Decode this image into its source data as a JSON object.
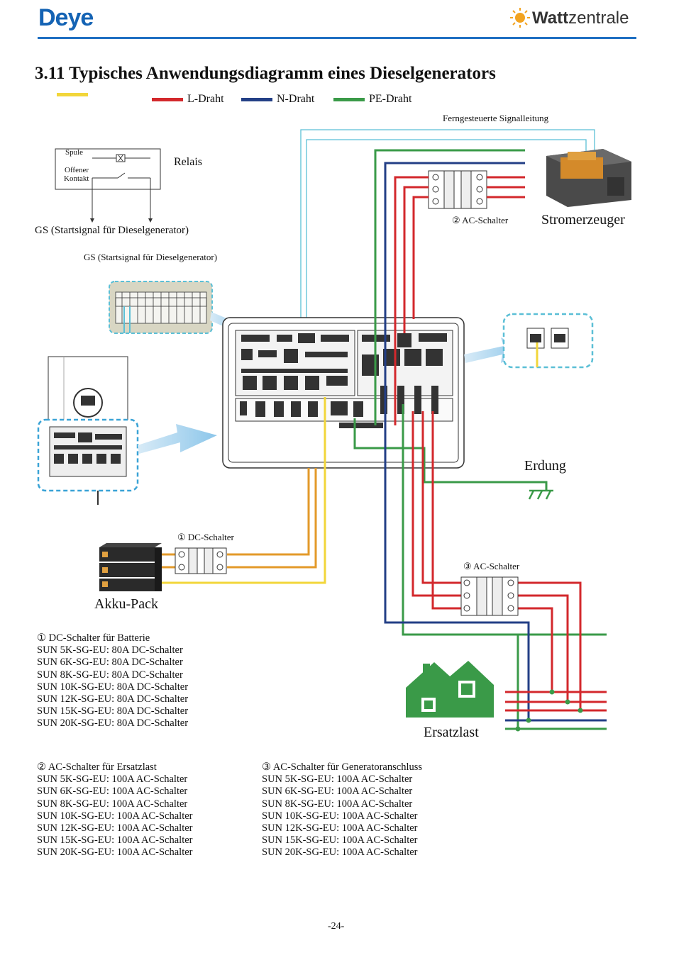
{
  "header": {
    "brand_left": "Deye",
    "brand_right_bold": "Watt",
    "brand_right_light": "zentrale",
    "accent_color": "#1f6fc2"
  },
  "section_title": "3.11 Typisches Anwendungsdiagramm eines Dieselgenerators",
  "legend": {
    "items": [
      {
        "label": "",
        "color": "#f2d63a"
      },
      {
        "label": "L-Draht",
        "color": "#d3282c"
      },
      {
        "label": "N-Draht",
        "color": "#233f86"
      },
      {
        "label": "PE-Draht",
        "color": "#3a9a48"
      }
    ]
  },
  "diagram": {
    "signal_line_label": "Ferngesteuerte Signalleitung",
    "relay": {
      "coil_label": "Spule",
      "contact_label_1": "Offener",
      "contact_label_2": "Kontakt",
      "relay_label": "Relais"
    },
    "gs_label_main": "GS (Startsignal für Dieselgenerator)",
    "gs_label_small": "GS (Startsignal für Dieselgenerator)",
    "ac_switch_2_label": "② AC-Schalter",
    "generator_label": "Stromerzeuger",
    "ground_label": "Erdung",
    "dc_switch_1_label": "① DC-Schalter",
    "battery_label": "Akku-Pack",
    "ac_switch_3_label": "③ AC-Schalter",
    "backup_load_label": "Ersatzlast",
    "wire_colors": {
      "yellow": "#f2d63a",
      "red": "#d3282c",
      "navy": "#233f86",
      "green": "#3a9a48",
      "orange": "#e39a2a",
      "cyan": "#5bbfd6"
    }
  },
  "specs": {
    "dc_battery": {
      "title": "① DC-Schalter für Batterie",
      "lines": [
        "SUN 5K-SG-EU: 80A DC-Schalter",
        "SUN 6K-SG-EU: 80A DC-Schalter",
        "SUN 8K-SG-EU: 80A DC-Schalter",
        "SUN 10K-SG-EU: 80A DC-Schalter",
        "SUN 12K-SG-EU: 80A DC-Schalter",
        "SUN 15K-SG-EU: 80A DC-Schalter",
        "SUN 20K-SG-EU: 80A DC-Schalter"
      ]
    },
    "ac_backup": {
      "title": "② AC-Schalter für Ersatzlast",
      "lines": [
        "SUN 5K-SG-EU: 100A AC-Schalter",
        "SUN 6K-SG-EU: 100A AC-Schalter",
        "SUN 8K-SG-EU: 100A AC-Schalter",
        "SUN 10K-SG-EU: 100A AC-Schalter",
        "SUN 12K-SG-EU: 100A AC-Schalter",
        "SUN 15K-SG-EU: 100A AC-Schalter",
        "SUN 20K-SG-EU: 100A AC-Schalter"
      ]
    },
    "ac_generator": {
      "title": "③ AC-Schalter für Generatoranschluss",
      "lines": [
        "SUN 5K-SG-EU: 100A AC-Schalter",
        "SUN 6K-SG-EU: 100A AC-Schalter",
        "SUN 8K-SG-EU: 100A AC-Schalter",
        "SUN 10K-SG-EU: 100A AC-Schalter",
        "SUN 12K-SG-EU: 100A AC-Schalter",
        "SUN 15K-SG-EU: 100A AC-Schalter",
        "SUN 20K-SG-EU: 100A AC-Schalter"
      ]
    }
  },
  "page_number": "-24-"
}
